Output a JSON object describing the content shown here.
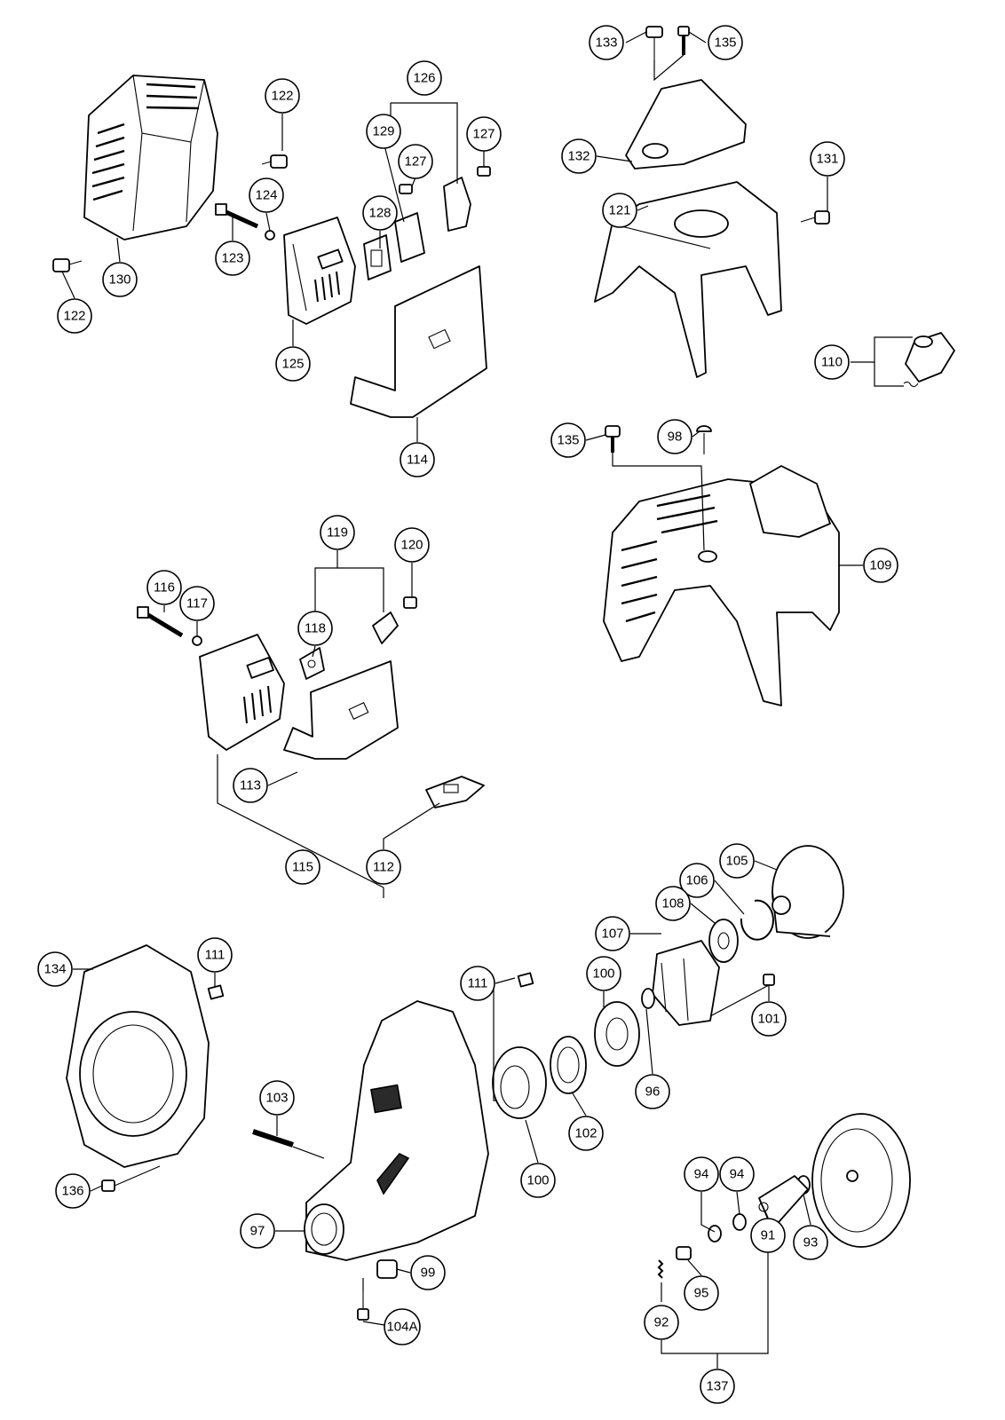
{
  "diagram": {
    "callouts": [
      {
        "id": "c133",
        "label": "133"
      },
      {
        "id": "c135a",
        "label": "135"
      },
      {
        "id": "c132",
        "label": "132"
      },
      {
        "id": "c131",
        "label": "131"
      },
      {
        "id": "c121",
        "label": "121"
      },
      {
        "id": "c110",
        "label": "110"
      },
      {
        "id": "c135b",
        "label": "135"
      },
      {
        "id": "c98",
        "label": "98"
      },
      {
        "id": "c109",
        "label": "109"
      },
      {
        "id": "c122a",
        "label": "122"
      },
      {
        "id": "c126",
        "label": "126"
      },
      {
        "id": "c129",
        "label": "129"
      },
      {
        "id": "c127a",
        "label": "127"
      },
      {
        "id": "c127b",
        "label": "127"
      },
      {
        "id": "c124",
        "label": "124"
      },
      {
        "id": "c128",
        "label": "128"
      },
      {
        "id": "c123",
        "label": "123"
      },
      {
        "id": "c130",
        "label": "130"
      },
      {
        "id": "c122b",
        "label": "122"
      },
      {
        "id": "c125",
        "label": "125"
      },
      {
        "id": "c114",
        "label": "114"
      },
      {
        "id": "c119",
        "label": "119"
      },
      {
        "id": "c120",
        "label": "120"
      },
      {
        "id": "c116",
        "label": "116"
      },
      {
        "id": "c117",
        "label": "117"
      },
      {
        "id": "c118",
        "label": "118"
      },
      {
        "id": "c113",
        "label": "113"
      },
      {
        "id": "c115",
        "label": "115"
      },
      {
        "id": "c112",
        "label": "112"
      },
      {
        "id": "c105",
        "label": "105"
      },
      {
        "id": "c106",
        "label": "106"
      },
      {
        "id": "c108",
        "label": "108"
      },
      {
        "id": "c107",
        "label": "107"
      },
      {
        "id": "c134",
        "label": "134"
      },
      {
        "id": "c111a",
        "label": "111"
      },
      {
        "id": "c111b",
        "label": "111"
      },
      {
        "id": "c100a",
        "label": "100"
      },
      {
        "id": "c101",
        "label": "101"
      },
      {
        "id": "c96",
        "label": "96"
      },
      {
        "id": "c103",
        "label": "103"
      },
      {
        "id": "c102",
        "label": "102"
      },
      {
        "id": "c100b",
        "label": "100"
      },
      {
        "id": "c136",
        "label": "136"
      },
      {
        "id": "c97",
        "label": "97"
      },
      {
        "id": "c99",
        "label": "99"
      },
      {
        "id": "c104a",
        "label": "104A"
      },
      {
        "id": "c94a",
        "label": "94"
      },
      {
        "id": "c94b",
        "label": "94"
      },
      {
        "id": "c93",
        "label": "93"
      },
      {
        "id": "c91",
        "label": "91"
      },
      {
        "id": "c95",
        "label": "95"
      },
      {
        "id": "c92",
        "label": "92"
      },
      {
        "id": "c137",
        "label": "137"
      }
    ]
  }
}
